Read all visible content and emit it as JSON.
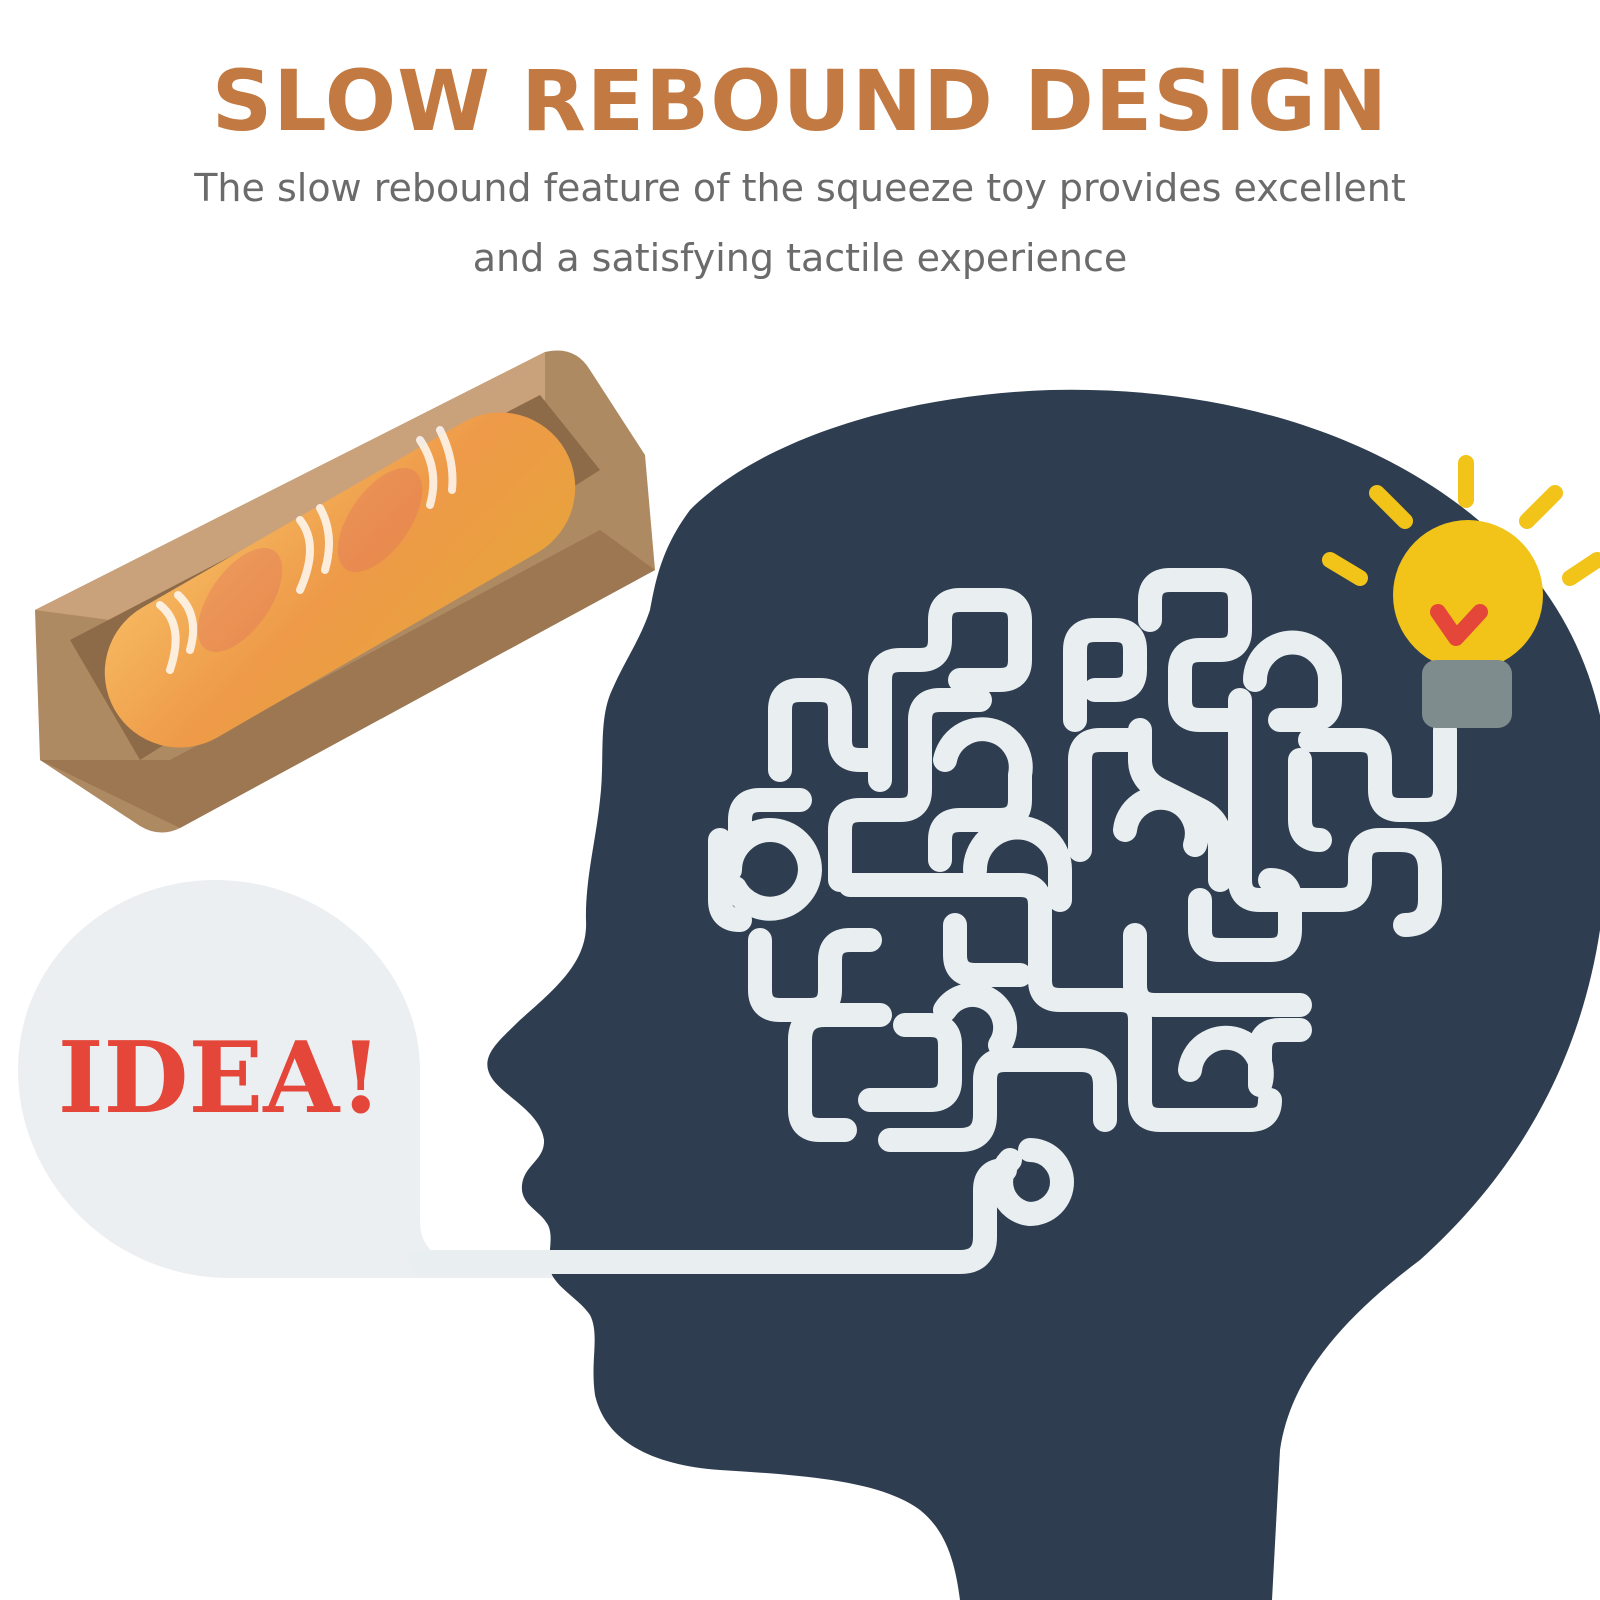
{
  "headline": "SLOW REBOUND DESIGN",
  "subtitle": {
    "line1": "The slow rebound feature of the squeeze toy provides excellent",
    "line2": "and a satisfying tactile experience"
  },
  "bubble": {
    "text": "IDEA!"
  },
  "colors": {
    "headline": "#c27a42",
    "subtitle": "#6b6b6b",
    "head": "#2e3e50",
    "maze": "#e9eef1",
    "bubble": "#eceff1",
    "idea": "#e4463a",
    "bulb": "#f2c318",
    "bulb_base": "#7f8c8d"
  },
  "icons": [
    "bread-toy-image",
    "head-silhouette-icon",
    "brain-maze-icon",
    "light-bulb-icon",
    "speech-bubble-icon"
  ]
}
